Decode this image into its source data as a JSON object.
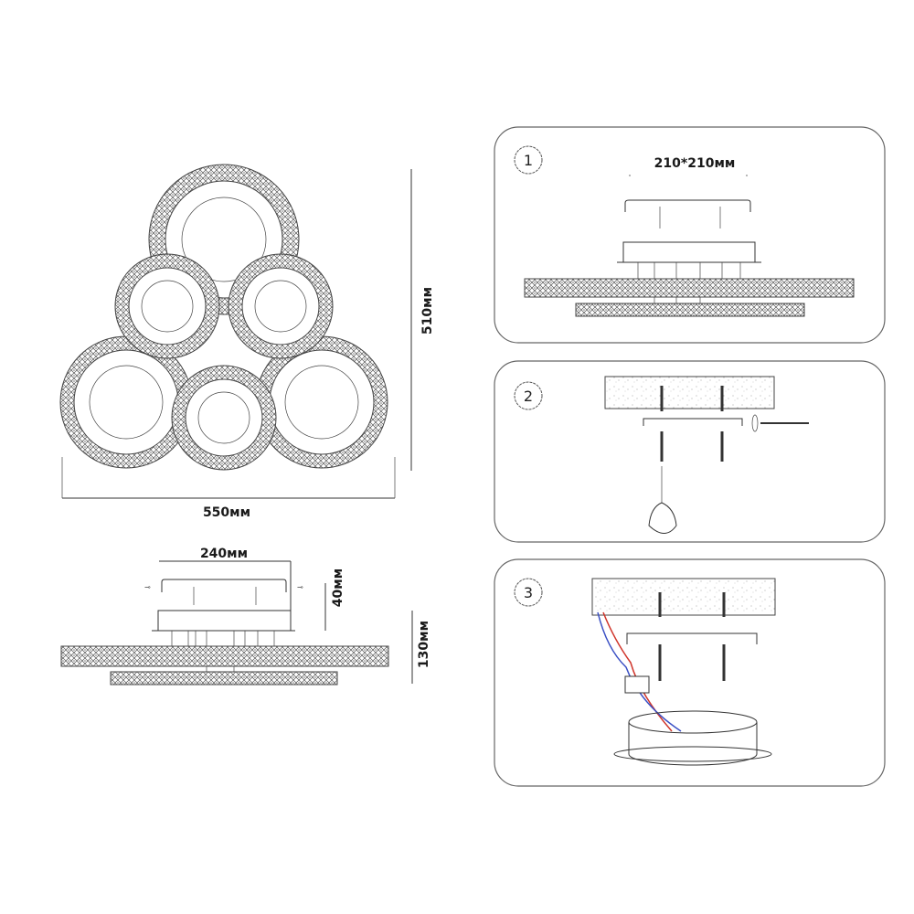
{
  "top_view": {
    "height_label": "510мм",
    "width_label": "550мм"
  },
  "side_view": {
    "plate_width_label": "240мм",
    "plate_height_label": "40мм",
    "total_height_label": "130мм"
  },
  "steps": [
    {
      "number": "1",
      "dimension_label": "210*210мм"
    },
    {
      "number": "2"
    },
    {
      "number": "3"
    }
  ],
  "colors": {
    "line": "#333333",
    "wire_red": "#d0352b",
    "wire_blue": "#3a4fc4",
    "panel_border": "#666666"
  }
}
